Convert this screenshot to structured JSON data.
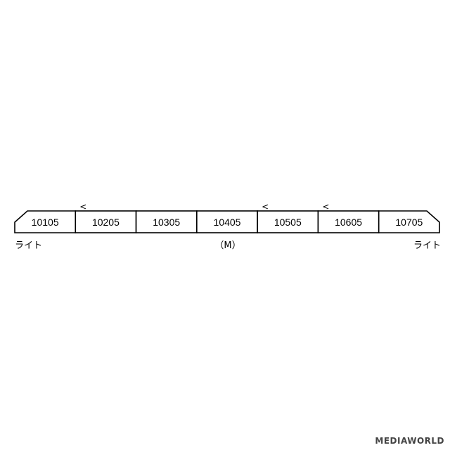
{
  "diagram": {
    "cars": [
      {
        "number": "10105",
        "pantograph": false
      },
      {
        "number": "10205",
        "pantograph": true
      },
      {
        "number": "10305",
        "pantograph": false
      },
      {
        "number": "10405",
        "pantograph": false
      },
      {
        "number": "10505",
        "pantograph": true
      },
      {
        "number": "10605",
        "pantograph": true
      },
      {
        "number": "10705",
        "pantograph": false
      }
    ],
    "pantograph_symbol": "<",
    "left_label": "ライト",
    "right_label": "ライト",
    "motor_label": "（M）"
  },
  "watermark": {
    "text": "MEDIAWORLD"
  }
}
